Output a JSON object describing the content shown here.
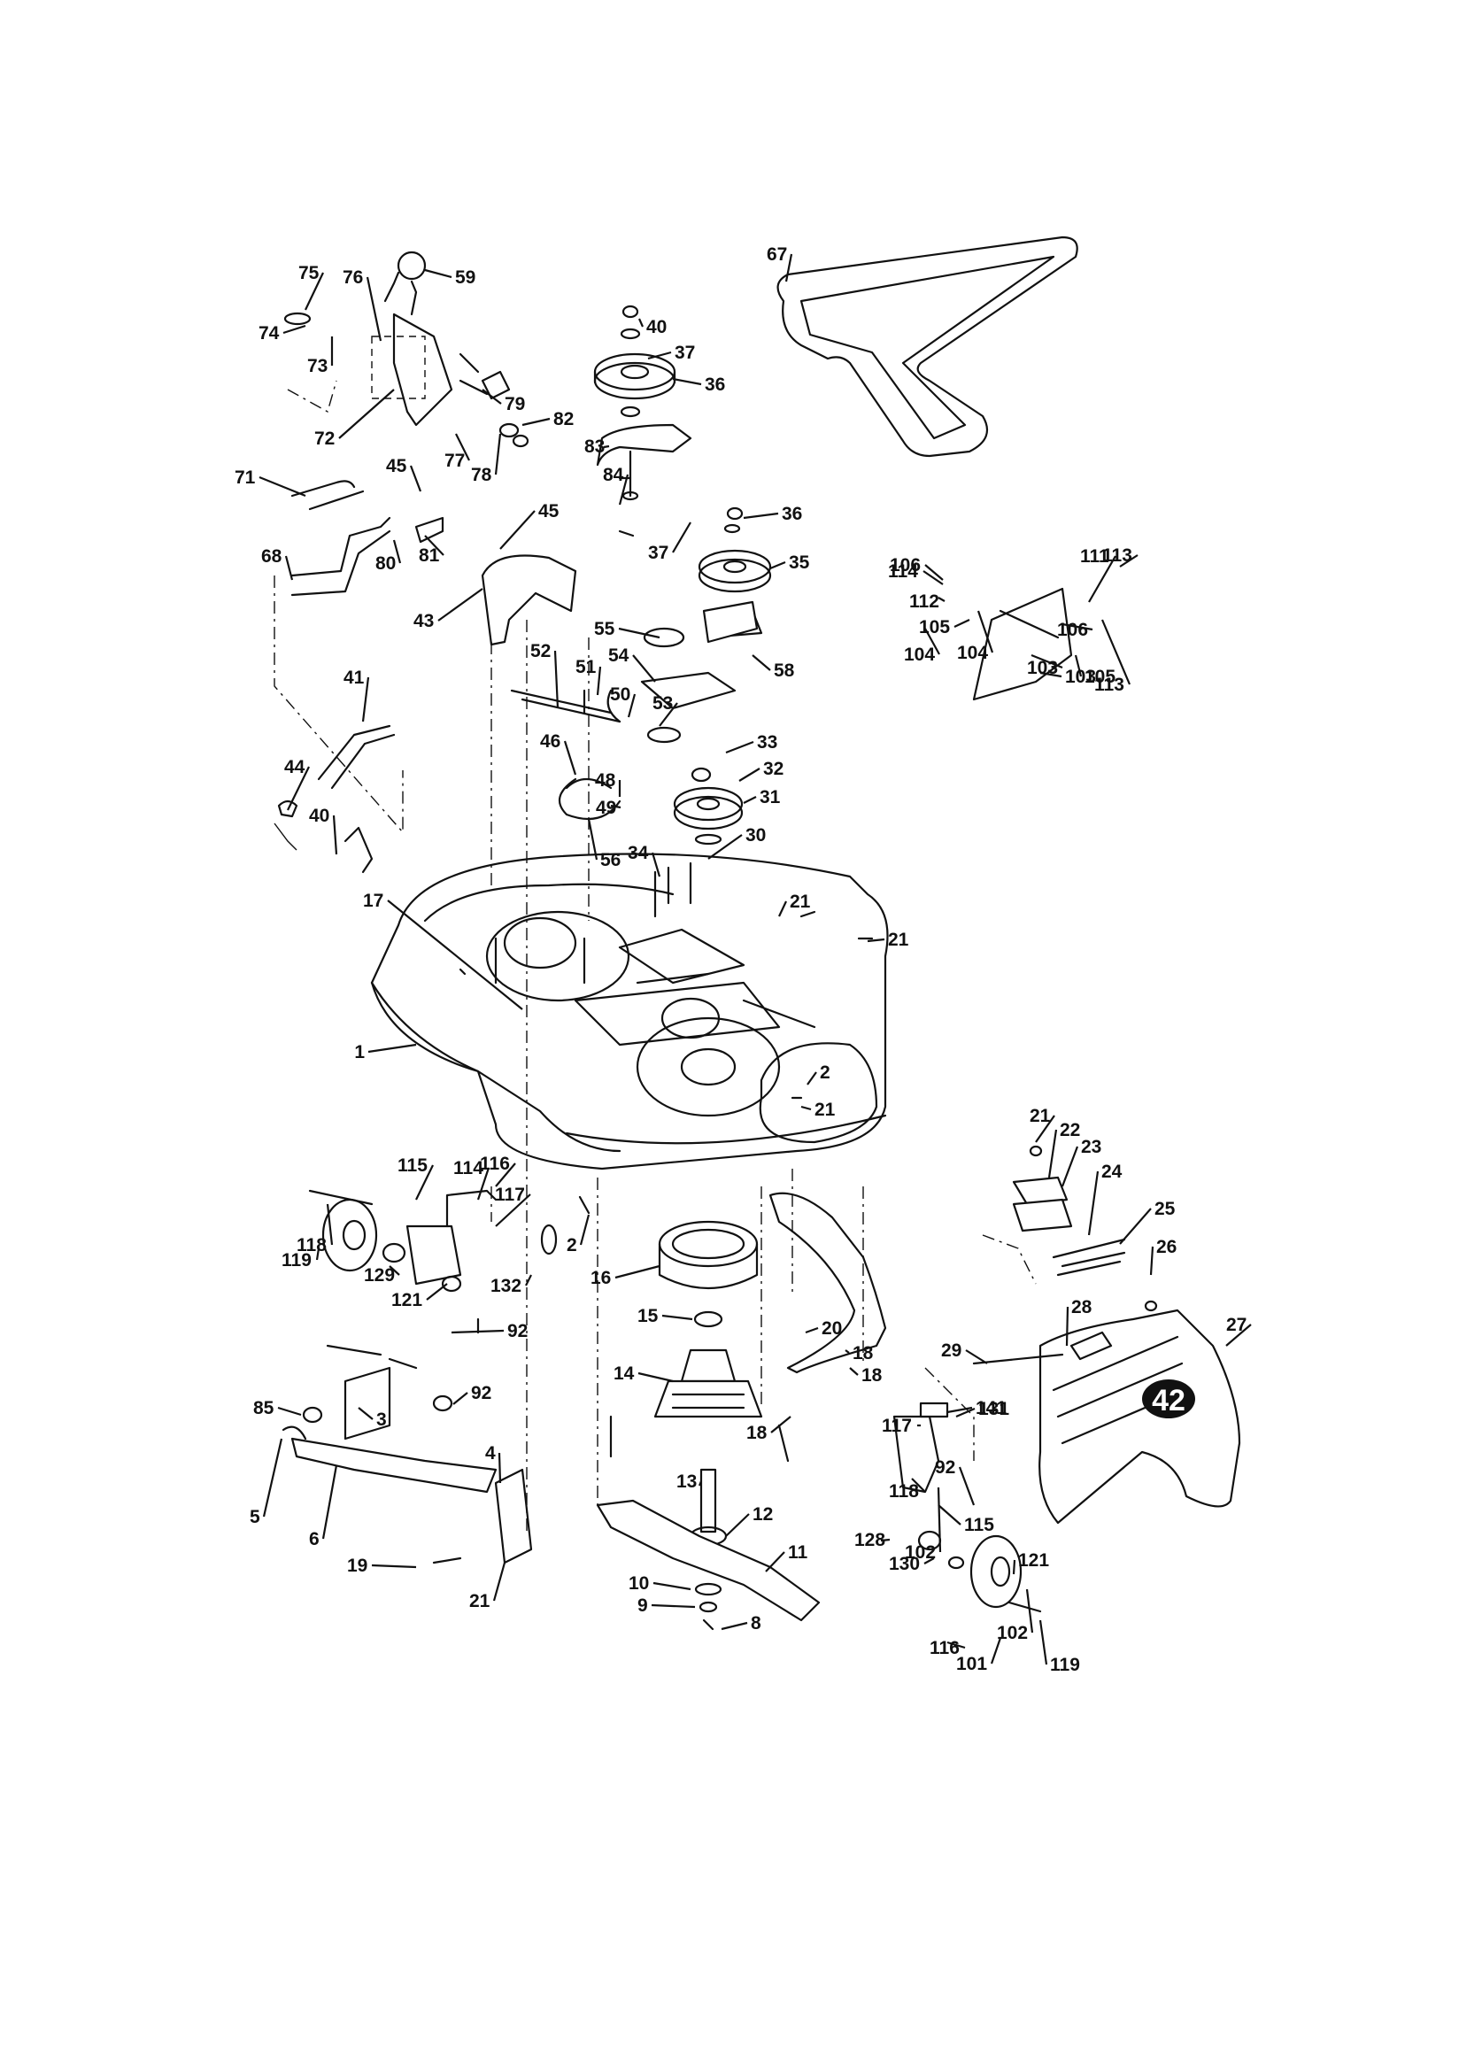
{
  "diagram": {
    "deck_badge": "42",
    "callouts": [
      "1",
      "2",
      "2",
      "3",
      "4",
      "5",
      "6",
      "8",
      "9",
      "10",
      "11",
      "12",
      "13",
      "14",
      "15",
      "16",
      "17",
      "18",
      "18",
      "18",
      "19",
      "20",
      "21",
      "21",
      "21",
      "21",
      "21",
      "22",
      "23",
      "24",
      "25",
      "26",
      "27",
      "28",
      "29",
      "30",
      "31",
      "32",
      "33",
      "34",
      "35",
      "36",
      "36",
      "37",
      "37",
      "40",
      "40",
      "41",
      "43",
      "44",
      "45",
      "45",
      "46",
      "48",
      "49",
      "50",
      "51",
      "52",
      "53",
      "54",
      "55",
      "56",
      "58",
      "59",
      "67",
      "68",
      "71",
      "72",
      "73",
      "74",
      "75",
      "76",
      "77",
      "78",
      "79",
      "80",
      "81",
      "82",
      "83",
      "84",
      "85",
      "92",
      "92",
      "92",
      "101",
      "102",
      "102",
      "103",
      "103",
      "104",
      "104",
      "105",
      "105",
      "106",
      "106",
      "111",
      "112",
      "113",
      "113",
      "114",
      "114",
      "115",
      "115",
      "116",
      "116",
      "117",
      "117",
      "118",
      "118",
      "119",
      "119",
      "121",
      "121",
      "128",
      "129",
      "130",
      "131",
      "132",
      "141"
    ]
  }
}
